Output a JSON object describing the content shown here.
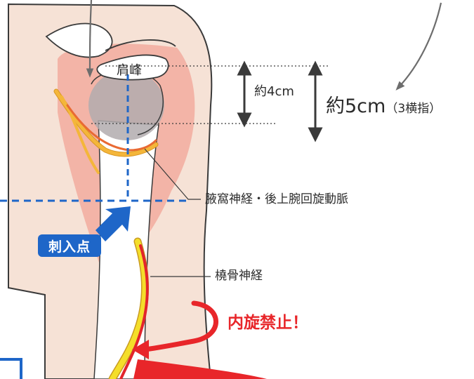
{
  "labels": {
    "acromion": "肩峰",
    "distance_small": "約4cm",
    "distance_large": "約5cm",
    "distance_large_note": "（3横指）",
    "axillary_nerve": "腋窩神経・後上腕回旋動脈",
    "radial_nerve": "橈骨神経",
    "insertion_point": "刺入点",
    "warning": "内旋禁止！"
  },
  "colors": {
    "skin": "#f6e2d6",
    "deltoid": "#f2a79a",
    "bone": "#ffffff",
    "humeral_head": "#b2acae",
    "nerve": "#f4b63a",
    "radial_nerve_core": "#f4de2a",
    "artery": "#e2242b",
    "guide_blue": "#1e66c8",
    "warning_red": "#e8262a",
    "outline": "#3a3a3a"
  },
  "icons": [
    "insertion-arrow-icon",
    "rotation-arrow-icon",
    "dimension-arrow-icon"
  ]
}
